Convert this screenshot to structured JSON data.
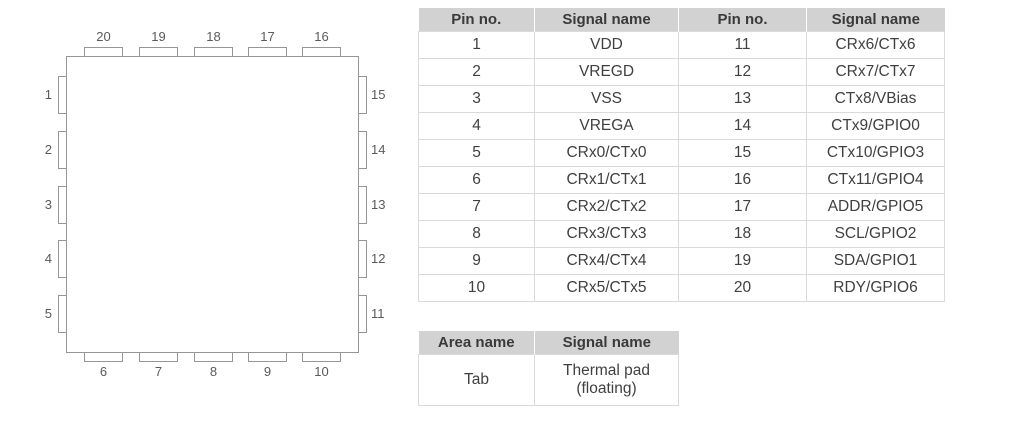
{
  "figure": {
    "package": {
      "pins_top": [
        "20",
        "19",
        "18",
        "17",
        "16"
      ],
      "pins_bottom": [
        "6",
        "7",
        "8",
        "9",
        "10"
      ],
      "pins_left": [
        "1",
        "2",
        "3",
        "4",
        "5"
      ],
      "pins_right": [
        "15",
        "14",
        "13",
        "12",
        "11"
      ]
    },
    "pin_table": {
      "headers": [
        "Pin no.",
        "Signal name",
        "Pin no.",
        "Signal name"
      ],
      "rows": [
        [
          "1",
          "VDD",
          "11",
          "CRx6/CTx6"
        ],
        [
          "2",
          "VREGD",
          "12",
          "CRx7/CTx7"
        ],
        [
          "3",
          "VSS",
          "13",
          "CTx8/VBias"
        ],
        [
          "4",
          "VREGA",
          "14",
          "CTx9/GPIO0"
        ],
        [
          "5",
          "CRx0/CTx0",
          "15",
          "CTx10/GPIO3"
        ],
        [
          "6",
          "CRx1/CTx1",
          "16",
          "CTx11/GPIO4"
        ],
        [
          "7",
          "CRx2/CTx2",
          "17",
          "ADDR/GPIO5"
        ],
        [
          "8",
          "CRx3/CTx3",
          "18",
          "SCL/GPIO2"
        ],
        [
          "9",
          "CRx4/CTx4",
          "19",
          "SDA/GPIO1"
        ],
        [
          "10",
          "CRx5/CTx5",
          "20",
          "RDY/GPIO6"
        ]
      ]
    },
    "area_table": {
      "headers": [
        "Area name",
        "Signal name"
      ],
      "rows": [
        [
          "Tab",
          "Thermal pad (floating)"
        ]
      ]
    }
  },
  "colors": {
    "header_bg": "#d2d2d2",
    "header_text": "#3a3a3a",
    "cell_text": "#404040",
    "grid_line": "#dadada",
    "diagram_line": "#969696",
    "diagram_text": "#5a5a5a"
  }
}
